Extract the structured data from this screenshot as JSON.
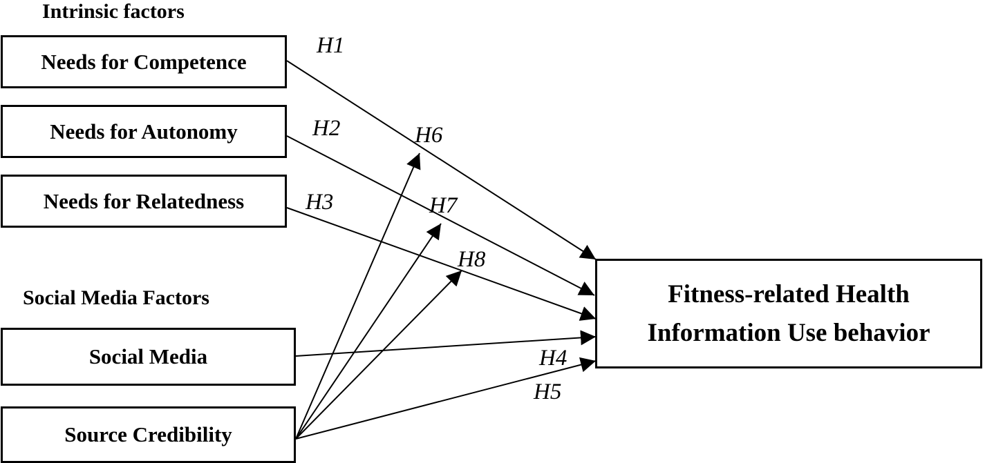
{
  "sections": {
    "intrinsic": "Intrinsic factors",
    "social": "Social Media Factors"
  },
  "factors": {
    "competence": "Needs for Competence",
    "autonomy": "Needs for Autonomy",
    "relatedness": "Needs for Relatedness",
    "social_media": "Social Media",
    "source_credibility": "Source Credibility"
  },
  "outcome": {
    "line1": "Fitness-related Health",
    "line2": "Information Use behavior"
  },
  "hypotheses": {
    "h1": "H1",
    "h2": "H2",
    "h3": "H3",
    "h4": "H4",
    "h5": "H5",
    "h6": "H6",
    "h7": "H7",
    "h8": "H8"
  },
  "colors": {
    "stroke": "#000000",
    "background": "#ffffff"
  }
}
